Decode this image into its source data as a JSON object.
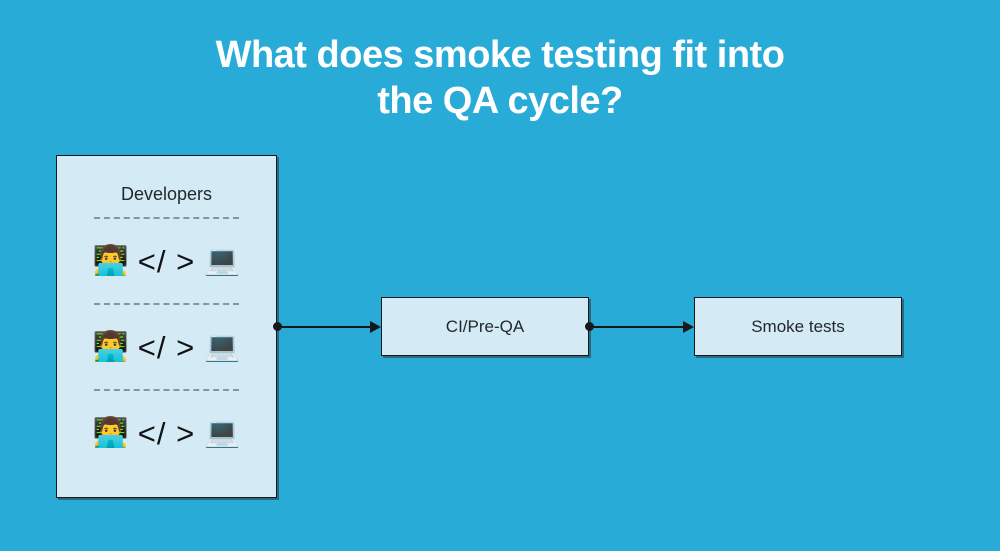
{
  "title": {
    "line1": "What does smoke testing fit into",
    "line2": "the QA cycle?"
  },
  "colors": {
    "background": "#29abd8",
    "node_fill": "#d4eaf5",
    "node_border": "#16181a",
    "title_text": "#ffffff",
    "body_text": "#23282c",
    "divider": "#8a9499"
  },
  "diagram": {
    "developers": {
      "label": "Developers",
      "rows": [
        {
          "person_icon": "👨‍💻",
          "code_tag": "</ >",
          "laptop_icon": "💻"
        },
        {
          "person_icon": "👨‍💻",
          "code_tag": "</ >",
          "laptop_icon": "💻"
        },
        {
          "person_icon": "👨‍💻",
          "code_tag": "</ >",
          "laptop_icon": "💻"
        }
      ]
    },
    "stages": [
      {
        "label": "CI/Pre-QA"
      },
      {
        "label": "Smoke tests"
      }
    ],
    "connectors": [
      {
        "from": "developers",
        "to": "CI/Pre-QA",
        "style": "arrow"
      },
      {
        "from": "CI/Pre-QA",
        "to": "Smoke tests",
        "style": "arrow"
      }
    ]
  }
}
